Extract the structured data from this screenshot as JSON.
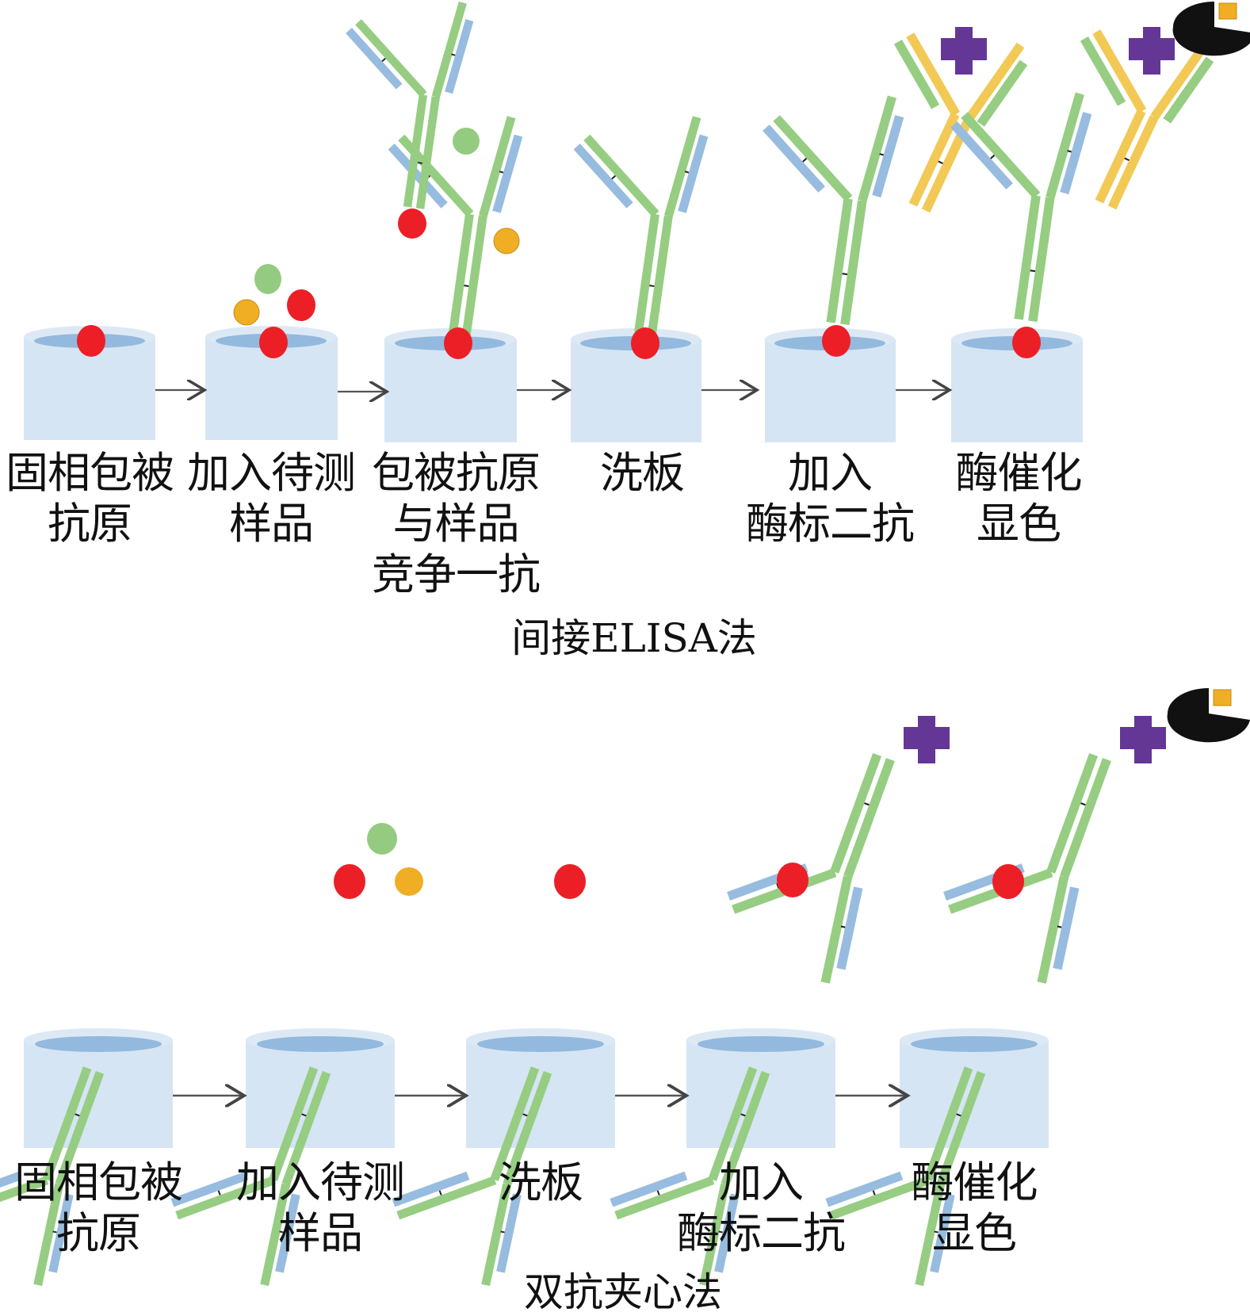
{
  "colors": {
    "well_body": "#d5e5f3",
    "well_rim": "#dce9f5",
    "well_liquid": "#93b9de",
    "antigen_red": "#ec1f27",
    "molecule_green": "#94cb80",
    "molecule_orange": "#efae24",
    "heavy_chain_green": "#96cd82",
    "light_chain_blue": "#97bce0",
    "secondary_antibody_yellow": "#f2c955",
    "enzyme_purple": "#643796",
    "substrate_black": "#111111",
    "product_orange": "#efae24",
    "arrow": "#555555"
  },
  "indirect_elisa": {
    "caption": "间接ELISA法",
    "steps": [
      {
        "line1": "固相包被",
        "line2": "抗原",
        "line3": ""
      },
      {
        "line1": "加入待测",
        "line2": "样品",
        "line3": ""
      },
      {
        "line1": "包被抗原",
        "line2": "与样品",
        "line3": "竞争一抗"
      },
      {
        "line1": "洗板",
        "line2": "",
        "line3": ""
      },
      {
        "line1": "加入",
        "line2": "酶标二抗",
        "line3": ""
      },
      {
        "line1": "酶催化",
        "line2": "显色",
        "line3": ""
      }
    ]
  },
  "sandwich_elisa": {
    "caption": "双抗夹心法",
    "steps": [
      {
        "line1": "固相包被",
        "line2": "抗原"
      },
      {
        "line1": "加入待测",
        "line2": "样品"
      },
      {
        "line1": "洗板",
        "line2": ""
      },
      {
        "line1": "加入",
        "line2": "酶标二抗"
      },
      {
        "line1": "酶催化",
        "line2": "显色"
      }
    ]
  }
}
